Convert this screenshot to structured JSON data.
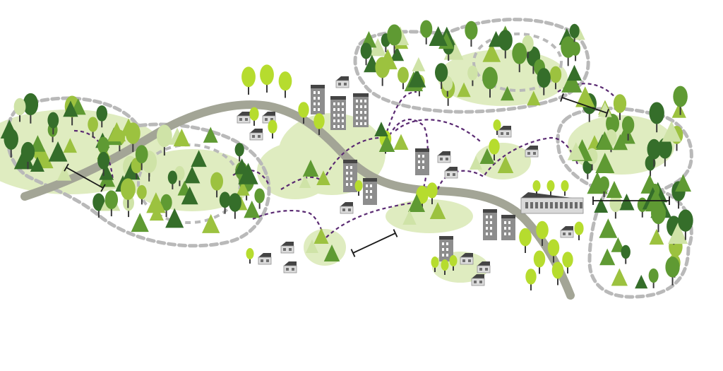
{
  "diagram": {
    "kind": "ecological-connectivity-illustration",
    "colors": {
      "background": "#ffffff",
      "road": "#a3a596",
      "habitat_boundary": "#b9b9b9",
      "open_patch": "#dfecc0",
      "corridor": "#5a2a72",
      "barrier": "#1a1a1a",
      "tree_dark": "#356e2a",
      "tree_mid": "#5f9a33",
      "tree_light": "#9cc23f",
      "tree_pale": "#cfe3a7",
      "tree_lime": "#b6dc2e",
      "building": "#8d8d8d",
      "building_roof": "#444444"
    },
    "icons": [
      "conifer-tree-icon",
      "deciduous-tree-icon",
      "building-icon",
      "house-icon",
      "barrier-icon"
    ],
    "elements": {
      "habitat_zones": 5,
      "stepping_stones": 5,
      "corridor_links": 9,
      "barriers": 3,
      "highway": 1
    }
  }
}
